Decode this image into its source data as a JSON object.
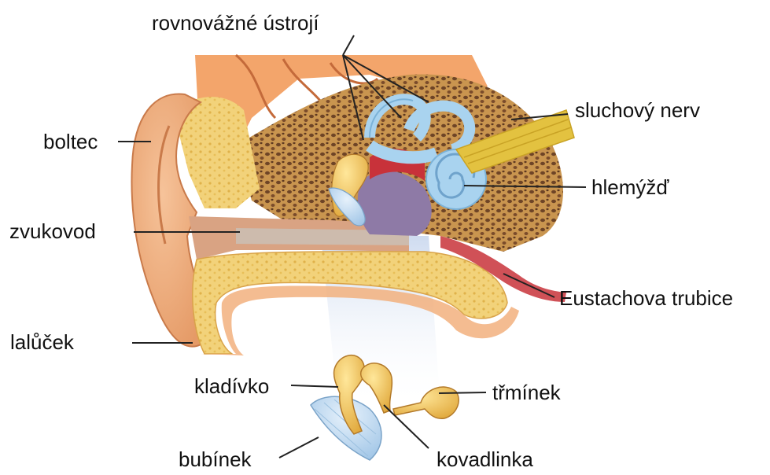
{
  "labels": {
    "vestibular": "rovnovážné ústrojí",
    "pinna": "boltec",
    "canal": "zvukovod",
    "earlobe": "lalůček",
    "nerve": "sluchový nerv",
    "cochlea": "hlemýžď",
    "eustachian": "Eustachova trubice",
    "malleus": "kladívko",
    "stapes": "třmínek",
    "eardrum": "bubínek",
    "incus": "kovadlinka"
  },
  "colors": {
    "skin": "#f2b07e",
    "skin_dark": "#d98a5a",
    "bone": "#f1cf6e",
    "bone_spongy": "#8a5a33",
    "brain": "#f3a56b",
    "inner_ear_blue": "#a9d3ef",
    "red_tissue": "#c8323a",
    "purple_cavity": "#8e7aa6",
    "nerve_yellow": "#e3c240",
    "canal_gray": "#c9c0b8",
    "leader_line": "#222222"
  }
}
